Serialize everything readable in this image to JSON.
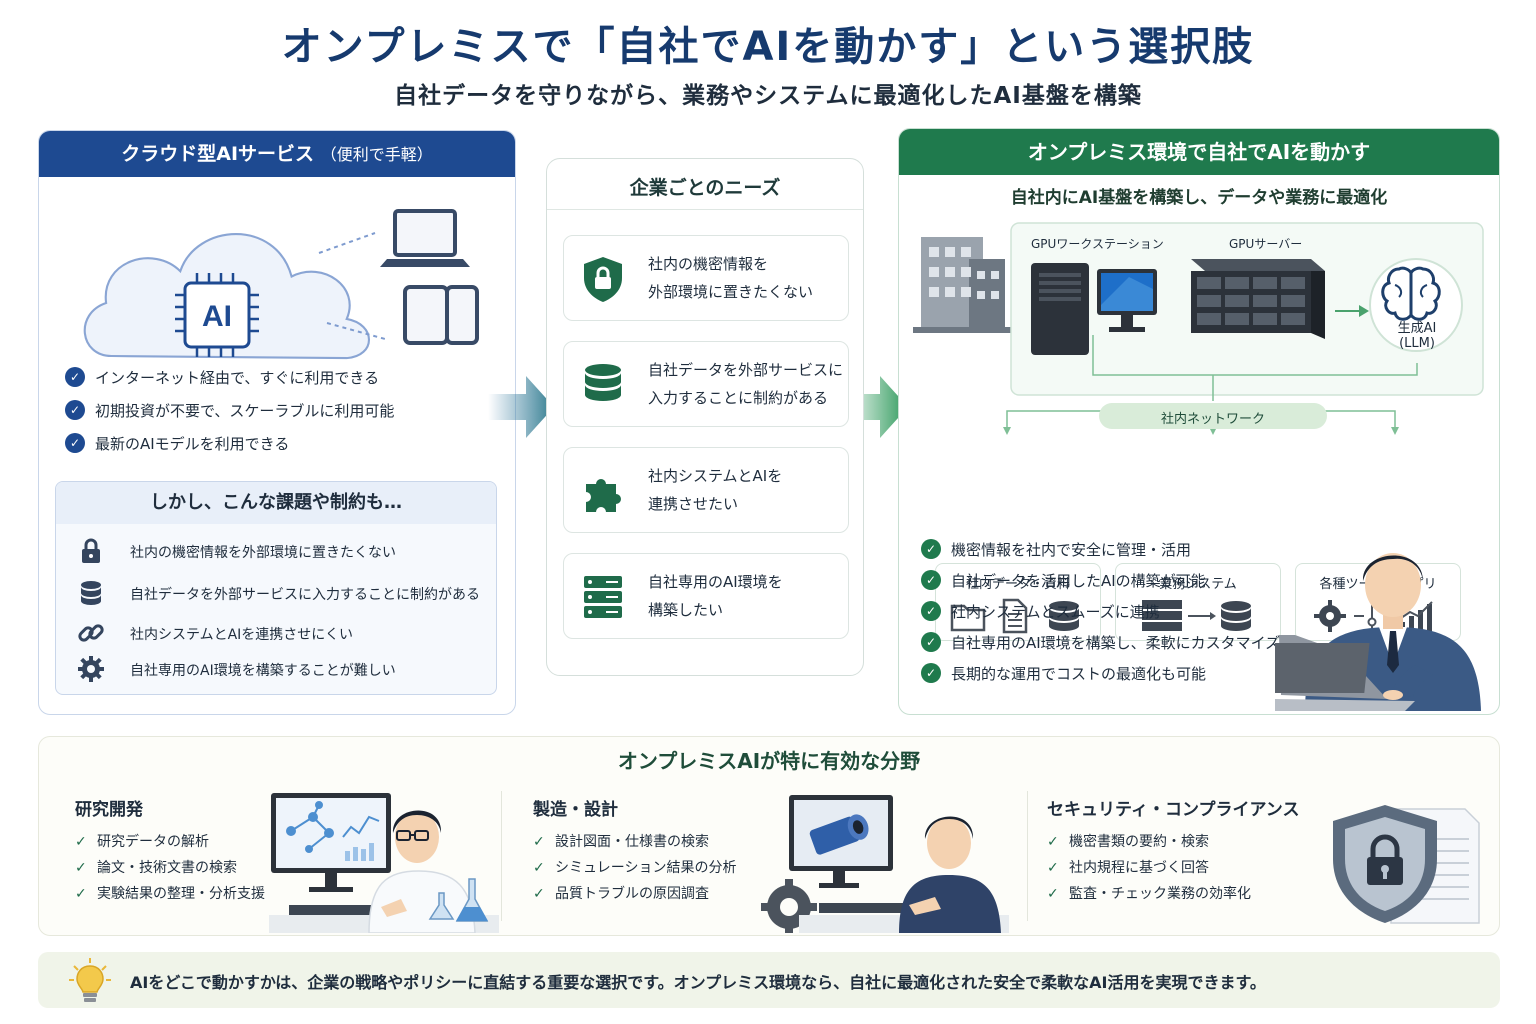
{
  "header": {
    "title": "オンプレミスで「自社でAIを動かす」という選択肢",
    "subtitle": "自社データを守りながら、業務やシステムに最適化したAI基盤を構築"
  },
  "cloud": {
    "heading": "クラウド型AIサービス",
    "heading_note": "（便利で手軽）",
    "chip_label": "AI",
    "benefits": [
      "インターネット経由で、すぐに利用できる",
      "初期投資が不要で、スケーラブルに利用可能",
      "最新のAIモデルを利用できる"
    ],
    "issues_title": "しかし、こんな課題や制約も…",
    "issues": [
      {
        "icon": "lock-icon",
        "text": "社内の機密情報を外部環境に置きたくない"
      },
      {
        "icon": "database-icon",
        "text": "自社データを外部サービスに入力することに制約がある"
      },
      {
        "icon": "link-icon",
        "text": "社内システムとAIを連携させにくい"
      },
      {
        "icon": "gear-icon",
        "text": "自社専用のAI環境を構築することが難しい"
      }
    ],
    "accent": "#1e4a91"
  },
  "needs": {
    "title": "企業ごとのニーズ",
    "items": [
      {
        "icon": "shield-lock-icon",
        "line1": "社内の機密情報を",
        "line2": "外部環境に置きたくない"
      },
      {
        "icon": "database-icon",
        "line1": "自社データを外部サービスに",
        "line2": "入力することに制約がある"
      },
      {
        "icon": "puzzle-icon",
        "line1": "社内システムとAIを",
        "line2": "連携させたい"
      },
      {
        "icon": "server-icon",
        "line1": "自社専用のAI環境を",
        "line2": "構築したい"
      }
    ],
    "accent": "#1f6b4a"
  },
  "onprem": {
    "heading": "オンプレミス環境で自社でAIを動かす",
    "subheading": "自社内にAI基盤を構築し、データや業務に最適化",
    "workstation_label": "GPUワークステーション",
    "server_label": "GPUサーバー",
    "llm_label_1": "生成AI",
    "llm_label_2": "(LLM)",
    "network_label": "社内ネットワーク",
    "systems": [
      {
        "label": "社内データ・資料"
      },
      {
        "label": "業務システム"
      },
      {
        "label": "各種ツール・アプリ"
      }
    ],
    "benefits": [
      "機密情報を社内で安全に管理・活用",
      "自社データを活用したAIの構築が可能",
      "社内システムとスムーズに連携",
      "自社専用のAI環境を構築し、柔軟にカスタマイズ",
      "長期的な運用でコストの最適化も可能"
    ],
    "accent": "#1f7a4d"
  },
  "fields": {
    "title": "オンプレミスAIが特に有効な分野",
    "columns": [
      {
        "name": "研究開発",
        "items": [
          "研究データの解析",
          "論文・技術文書の検索",
          "実験結果の整理・分析支援"
        ]
      },
      {
        "name": "製造・設計",
        "items": [
          "設計図面・仕様書の検索",
          "シミュレーション結果の分析",
          "品質トラブルの原因調査"
        ]
      },
      {
        "name": "セキュリティ・コンプライアンス",
        "items": [
          "機密書類の要約・検索",
          "社内規程に基づく回答",
          "監査・チェック業務の効率化"
        ]
      }
    ]
  },
  "note": {
    "text": "AIをどこで動かすかは、企業の戦略やポリシーに直結する重要な選択です。オンプレミス環境なら、自社に最適化された安全で柔軟なAI活用を実現できます。"
  }
}
